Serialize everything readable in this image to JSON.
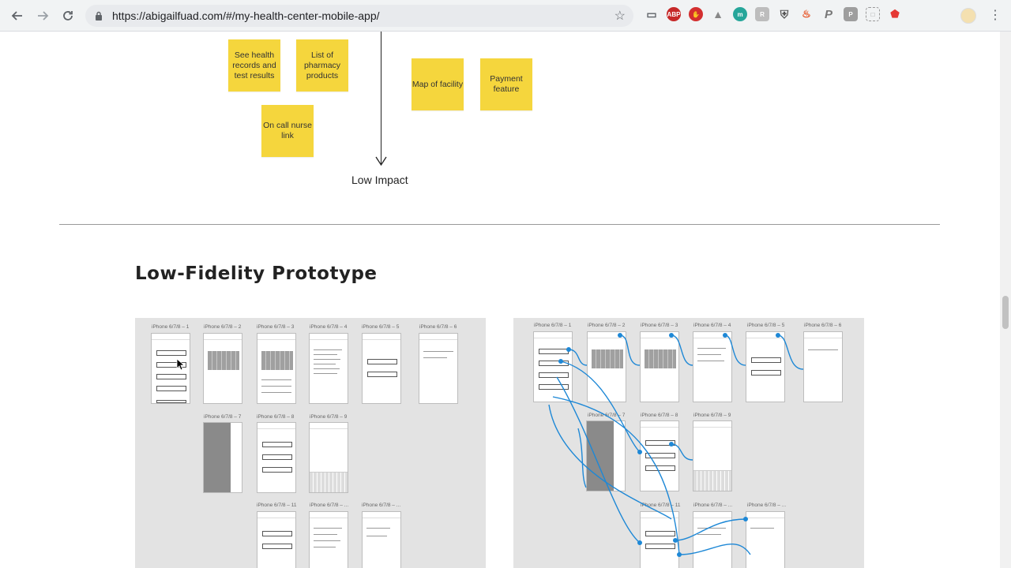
{
  "browser": {
    "url": "https://abigailfuad.com/#/my-health-center-mobile-app/"
  },
  "stickies": [
    {
      "text": "See health records and test results"
    },
    {
      "text": "List of pharmacy products"
    },
    {
      "text": "On call nurse link"
    },
    {
      "text": "Map of facility"
    },
    {
      "text": "Payment feature"
    }
  ],
  "axis_label_bottom": "Low Impact",
  "section_title": "Low-Fidelity Prototype",
  "screen_labels": [
    "iPhone 6/7/8 – 1",
    "iPhone 6/7/8 – 2",
    "iPhone 6/7/8 – 3",
    "iPhone 6/7/8 – 4",
    "iPhone 6/7/8 – 5",
    "iPhone 6/7/8 – 6",
    "iPhone 6/7/8 – 7",
    "iPhone 6/7/8 – 8",
    "iPhone 6/7/8 – 9",
    "iPhone 6/7/8 – 11",
    "iPhone 6/7/8 – ...",
    "iPhone 6/7/8 – ..."
  ],
  "colors": {
    "sticky": "#f5d63d",
    "link_flow": "#1e88d6",
    "panel_bg": "#e3e3e3"
  }
}
